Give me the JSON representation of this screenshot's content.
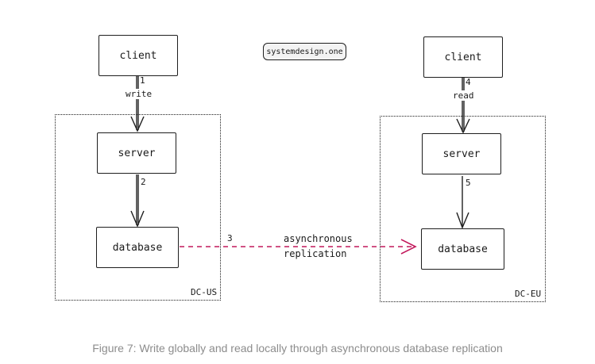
{
  "badge": "systemdesign.one",
  "nodes": {
    "client_us": "client",
    "server_us": "server",
    "database_us": "database",
    "client_eu": "client",
    "server_eu": "server",
    "database_eu": "database"
  },
  "regions": {
    "us": "DC-US",
    "eu": "DC-EU"
  },
  "edges": {
    "step1": {
      "number": "1",
      "label": "write"
    },
    "step2": {
      "number": "2"
    },
    "step3": {
      "number": "3",
      "label_line1": "asynchronous",
      "label_line2": "replication"
    },
    "step4": {
      "number": "4",
      "label": "read"
    },
    "step5": {
      "number": "5"
    }
  },
  "colors": {
    "stroke": "#1e1e1e",
    "replication": "#c2185b",
    "caption": "#8c8c8c"
  },
  "caption": "Figure 7: Write globally and read locally through asynchronous database replication"
}
